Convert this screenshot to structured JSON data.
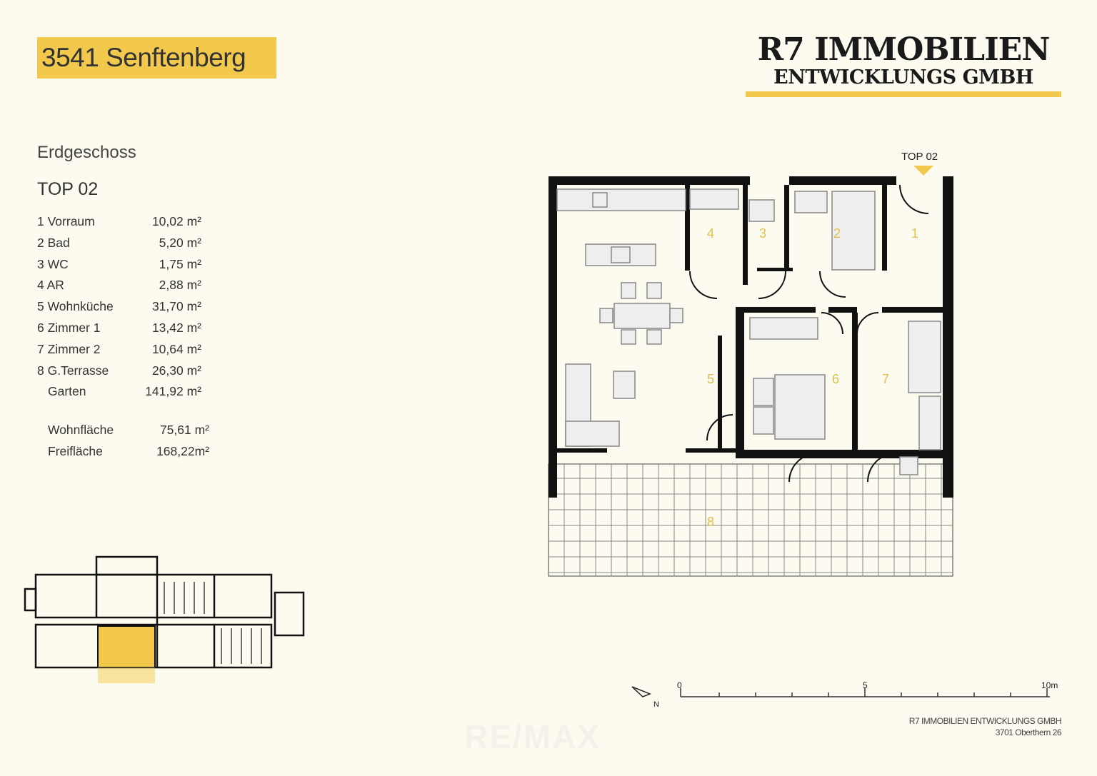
{
  "location": "3541 Senftenberg",
  "brand": {
    "line1": "R7 IMMOBILIEN",
    "line2": "ENTWICKLUNGS GMBH"
  },
  "floor": "Erdgeschoss",
  "unit": "TOP 02",
  "rooms": [
    {
      "label": "1 Vorraum",
      "area": "10,02 m²"
    },
    {
      "label": "2 Bad",
      "area": "5,20 m²"
    },
    {
      "label": "3 WC",
      "area": "1,75 m²"
    },
    {
      "label": "4 AR",
      "area": "2,88 m²"
    },
    {
      "label": "5 Wohnküche",
      "area": "31,70 m²"
    },
    {
      "label": "6 Zimmer 1",
      "area": "13,42 m²"
    },
    {
      "label": "7 Zimmer 2",
      "area": "10,64 m²"
    },
    {
      "label": "8 G.Terrasse",
      "area": "26,30 m²"
    },
    {
      "label": "Garten",
      "area": "141,92 m²"
    }
  ],
  "totals": [
    {
      "label": "Wohnfläche",
      "area": "75,61 m²"
    },
    {
      "label": "Freifläche",
      "area": "168,22m²"
    }
  ],
  "plan": {
    "top_label": "TOP 02",
    "room_numbers": [
      "1",
      "2",
      "3",
      "4",
      "5",
      "6",
      "7",
      "8"
    ]
  },
  "scale": {
    "t0": "0",
    "t5": "5",
    "t10": "10m"
  },
  "north": "N",
  "footer": {
    "line1": "R7 IMMOBILIEN ENTWICKLUNGS GMBH",
    "line2": "3701 Oberthern 26"
  },
  "watermark": "RE/MAX",
  "colors": {
    "accent": "#f2c94c",
    "wall": "#111111",
    "background": "#fdfbf0"
  }
}
